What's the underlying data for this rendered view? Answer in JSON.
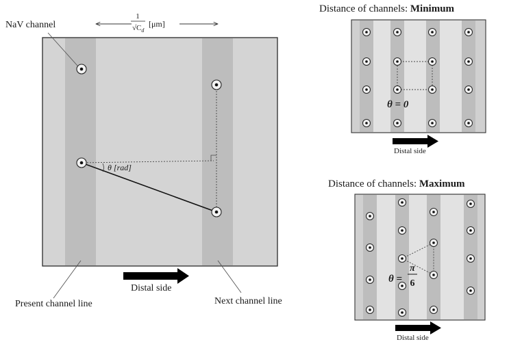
{
  "main": {
    "width_label_num": "1",
    "width_label_den": "√C",
    "width_label_den_sub": "d",
    "width_label_unit": "[μm]",
    "nav_channel_label": "NaV channel",
    "angle_label": "θ [rad]",
    "distal_label": "Distal side",
    "present_line_label": "Present channel line",
    "next_line_label": "Next channel line"
  },
  "minimum": {
    "title_prefix": "Distance of channels: ",
    "title_bold": "Minimum",
    "angle_label": "θ = 0",
    "distal_label": "Distal side"
  },
  "maximum": {
    "title_prefix": "Distance of channels: ",
    "title_bold": "Maximum",
    "angle_lhs": "θ =",
    "angle_num": "π",
    "angle_den": "6",
    "distal_label": "Distal side"
  },
  "colors": {
    "panel_bg": "#d4d4d4",
    "stripe": "#bdbdbd",
    "light_stripe": "#e2e2e2",
    "border": "#333333"
  }
}
